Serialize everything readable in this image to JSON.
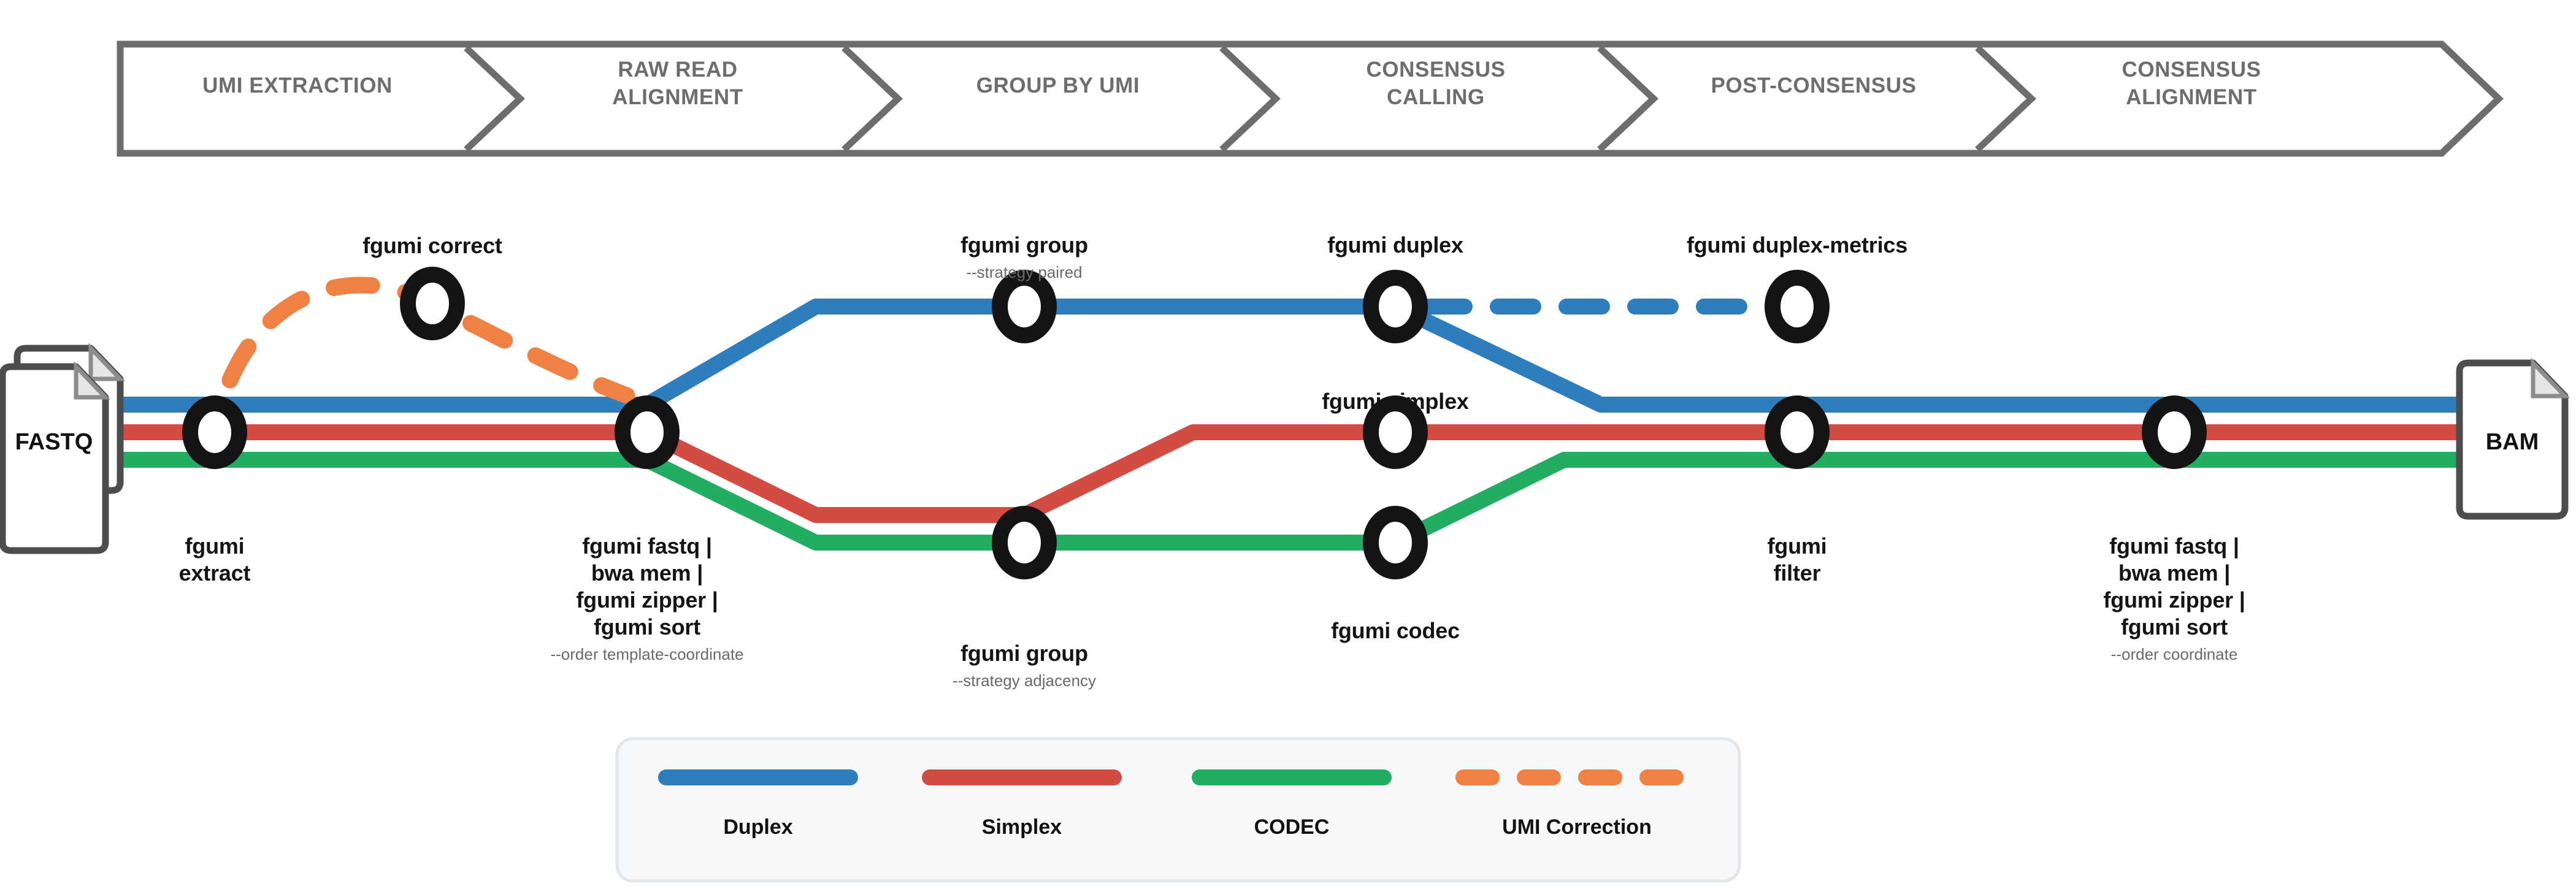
{
  "banner": {
    "stages": [
      {
        "label": "UMI EXTRACTION"
      },
      {
        "label": "RAW READ\nALIGNMENT"
      },
      {
        "label": "GROUP BY UMI"
      },
      {
        "label": "CONSENSUS\nCALLING"
      },
      {
        "label": "POST-CONSENSUS"
      },
      {
        "label": "CONSENSUS\nALIGNMENT"
      }
    ]
  },
  "io": {
    "input_label": "FASTQ",
    "output_label": "BAM"
  },
  "nodes": {
    "correct": {
      "label": "fgumi correct",
      "sub": ""
    },
    "extract": {
      "label": "fgumi\nextract",
      "sub": ""
    },
    "fastq_pipe": {
      "label": "fgumi fastq |\nbwa mem |\nfgumi zipper |\nfgumi sort",
      "sub": "--order template-coordinate"
    },
    "group_paired": {
      "label": "fgumi group",
      "sub": "--strategy paired"
    },
    "group_adjacency": {
      "label": "fgumi group",
      "sub": "--strategy adjacency"
    },
    "duplex": {
      "label": "fgumi duplex",
      "sub": ""
    },
    "simplex": {
      "label": "fgumi simplex",
      "sub": ""
    },
    "codec": {
      "label": "fgumi codec",
      "sub": ""
    },
    "duplex_metrics": {
      "label": "fgumi duplex-metrics",
      "sub": ""
    },
    "filter": {
      "label": "fgumi\nfilter",
      "sub": ""
    },
    "align_pipe": {
      "label": "fgumi fastq |\nbwa mem |\nfgumi zipper |\nfgumi sort",
      "sub": "--order coordinate"
    }
  },
  "legend": {
    "items": [
      {
        "label": "Duplex",
        "color": "#2e7ebd",
        "style": "solid"
      },
      {
        "label": "Simplex",
        "color": "#d24c43",
        "style": "solid"
      },
      {
        "label": "CODEC",
        "color": "#22ad63",
        "style": "solid"
      },
      {
        "label": "UMI Correction",
        "color": "#ee8143",
        "style": "dashed"
      }
    ]
  },
  "colors": {
    "duplex": "#2e7ebd",
    "simplex": "#d24c43",
    "codec": "#22ad63",
    "umi_correction": "#ee8143",
    "node_ring": "#141414",
    "banner_stroke": "#6d6d6d",
    "legend_bg": "#f6f8fa"
  }
}
